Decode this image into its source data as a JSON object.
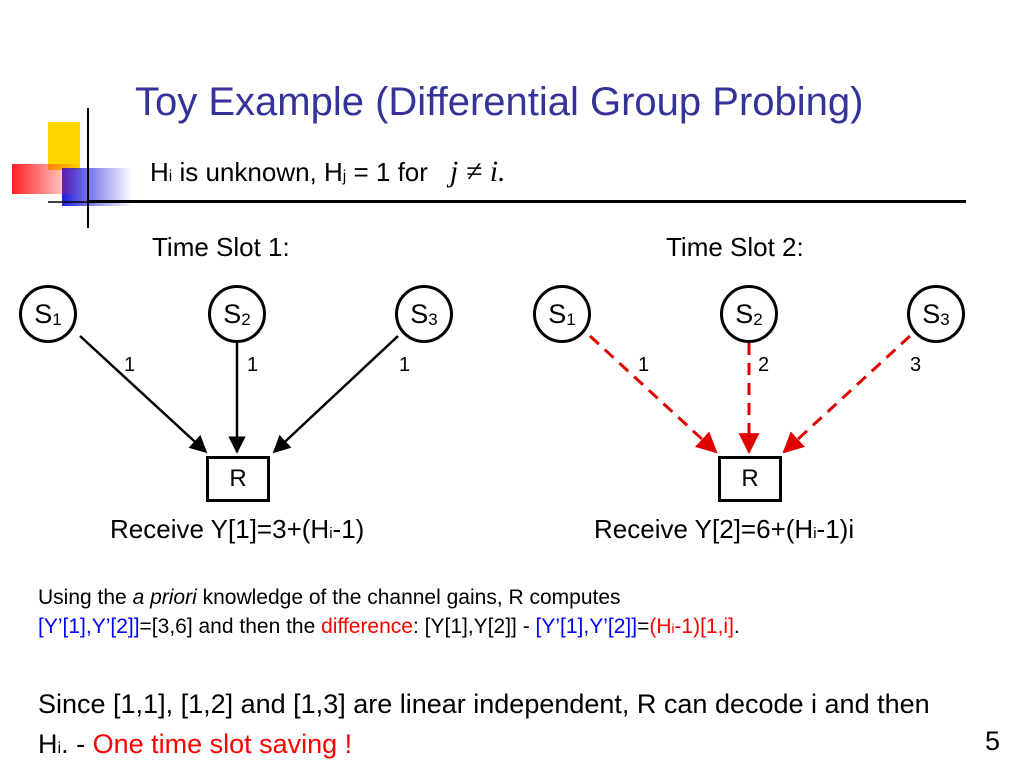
{
  "title": "Toy Example (Differential Group Probing)",
  "subtitle": {
    "h": "H",
    "i_sub": "i",
    "text1": " is unknown, H",
    "j_sub": "j",
    "text2": " = 1 for",
    "condition": "j ≠ i."
  },
  "slot1": {
    "label": "Time Slot 1:",
    "nodes": [
      {
        "label": "S",
        "sub": "1"
      },
      {
        "label": "S",
        "sub": "2"
      },
      {
        "label": "S",
        "sub": "3"
      }
    ],
    "edge_labels": [
      "1",
      "1",
      "1"
    ],
    "receiver": "R",
    "receive": {
      "text1": "Receive Y[1]=3+(H",
      "sub": "i",
      "text2": "-1)"
    }
  },
  "slot2": {
    "label": "Time Slot 2:",
    "nodes": [
      {
        "label": "S",
        "sub": "1"
      },
      {
        "label": "S",
        "sub": "2"
      },
      {
        "label": "S",
        "sub": "3"
      }
    ],
    "edge_labels": [
      "1",
      "2",
      "3"
    ],
    "receiver": "R",
    "receive": {
      "text1": "Receive Y[2]=6+(H",
      "sub": "i",
      "text2": "-1)i"
    }
  },
  "para1": {
    "t1": "Using the ",
    "t2": "a priori",
    "t3": " knowledge of the channel gains, R computes",
    "t4": "[Y’[1],Y’[2]]",
    "t5": "=[3,6] and then the ",
    "t6": "difference",
    "t7": ": [Y[1],Y[2]] - ",
    "t8": "[Y’[1],Y’[2]]",
    "t9": "=",
    "t10": "(H",
    "t11": "i",
    "t12": "-1)[1,i]",
    "t13": "."
  },
  "para2": {
    "t1": "Since [1,1], [1,2] and [1,3] are linear independent, R can decode i and then H",
    "sub": "i",
    "t2": ".  - ",
    "t3": "One time slot saving !"
  },
  "page_number": "5",
  "colors": {
    "title": "#333399",
    "accent_red": "#ff0000",
    "accent_blue": "#0000ff",
    "dashed_edge": "#e00000"
  }
}
